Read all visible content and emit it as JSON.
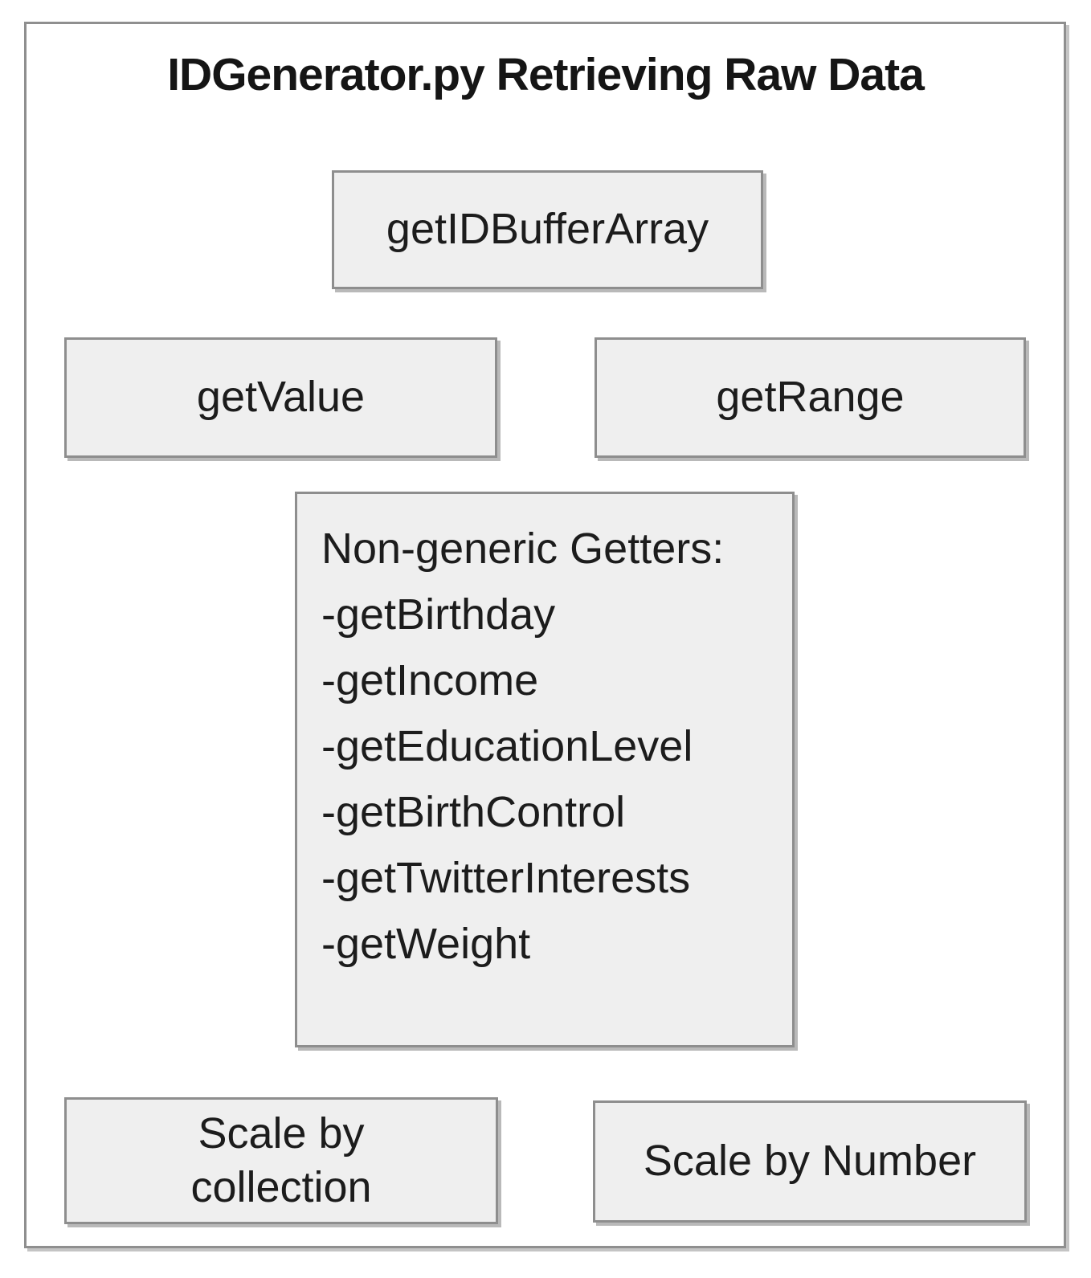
{
  "diagram": {
    "title": "IDGenerator.py Retrieving Raw Data",
    "boxes": {
      "buffer": {
        "label": "getIDBufferArray"
      },
      "value": {
        "label": "getValue"
      },
      "range": {
        "label": "getRange"
      },
      "getters": {
        "heading": "Non-generic Getters:",
        "items": [
          "-getBirthday",
          "-getIncome",
          "-getEducationLevel",
          "-getBirthControl",
          "-getTwitterInterests",
          "-getWeight"
        ]
      },
      "scale_collection": {
        "label": "Scale by collection"
      },
      "scale_number": {
        "label": "Scale by Number"
      }
    },
    "colors": {
      "background": "#ffffff",
      "box_fill": "#efefef",
      "box_border": "#8e8e8e",
      "box_shadow": "#b9b9b9",
      "outer_border": "#8f8f8f",
      "text": "#1c1c1c"
    }
  }
}
